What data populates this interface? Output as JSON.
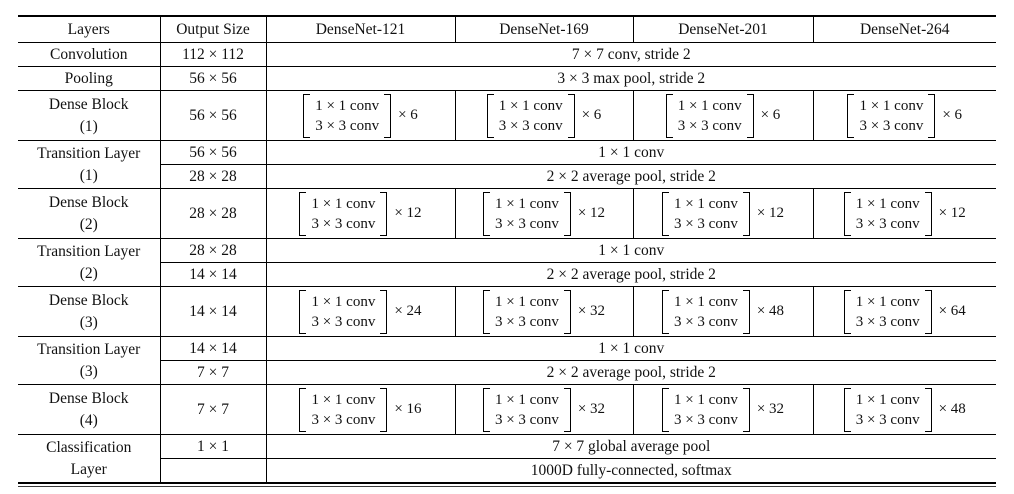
{
  "header": {
    "layers": "Layers",
    "output_size": "Output Size",
    "models": [
      "DenseNet-121",
      "DenseNet-169",
      "DenseNet-201",
      "DenseNet-264"
    ]
  },
  "matrix": {
    "line1": "1 × 1 conv",
    "line2": "3 × 3 conv"
  },
  "rows": {
    "convolution": {
      "layer": "Convolution",
      "output": "112 × 112",
      "op": "7 × 7 conv, stride 2"
    },
    "pooling": {
      "layer": "Pooling",
      "output": "56 × 56",
      "op": "3 × 3 max pool, stride 2"
    },
    "dense1": {
      "layer_line1": "Dense Block",
      "layer_line2": "(1)",
      "output": "56 × 56",
      "repeats": [
        "× 6",
        "× 6",
        "× 6",
        "× 6"
      ]
    },
    "transition1": {
      "layer_line1": "Transition Layer",
      "layer_line2": "(1)",
      "output_a": "56 × 56",
      "op_a": "1 × 1 conv",
      "output_b": "28 × 28",
      "op_b": "2 × 2 average pool, stride 2"
    },
    "dense2": {
      "layer_line1": "Dense Block",
      "layer_line2": "(2)",
      "output": "28 × 28",
      "repeats": [
        "× 12",
        "× 12",
        "× 12",
        "× 12"
      ]
    },
    "transition2": {
      "layer_line1": "Transition Layer",
      "layer_line2": "(2)",
      "output_a": "28 × 28",
      "op_a": "1 × 1 conv",
      "output_b": "14 × 14",
      "op_b": "2 × 2 average pool, stride 2"
    },
    "dense3": {
      "layer_line1": "Dense Block",
      "layer_line2": "(3)",
      "output": "14 × 14",
      "repeats": [
        "× 24",
        "× 32",
        "× 48",
        "× 64"
      ]
    },
    "transition3": {
      "layer_line1": "Transition Layer",
      "layer_line2": "(3)",
      "output_a": "14 × 14",
      "op_a": "1 × 1 conv",
      "output_b": "7 × 7",
      "op_b": "2 × 2 average pool, stride 2"
    },
    "dense4": {
      "layer_line1": "Dense Block",
      "layer_line2": "(4)",
      "output": "7 × 7",
      "repeats": [
        "× 16",
        "× 32",
        "× 32",
        "× 48"
      ]
    },
    "classification": {
      "layer_line1": "Classification",
      "layer_line2": "Layer",
      "output_a": "1 × 1",
      "op_a": "7 × 7 global average pool",
      "output_b": "",
      "op_b": "1000D fully-connected, softmax"
    }
  }
}
